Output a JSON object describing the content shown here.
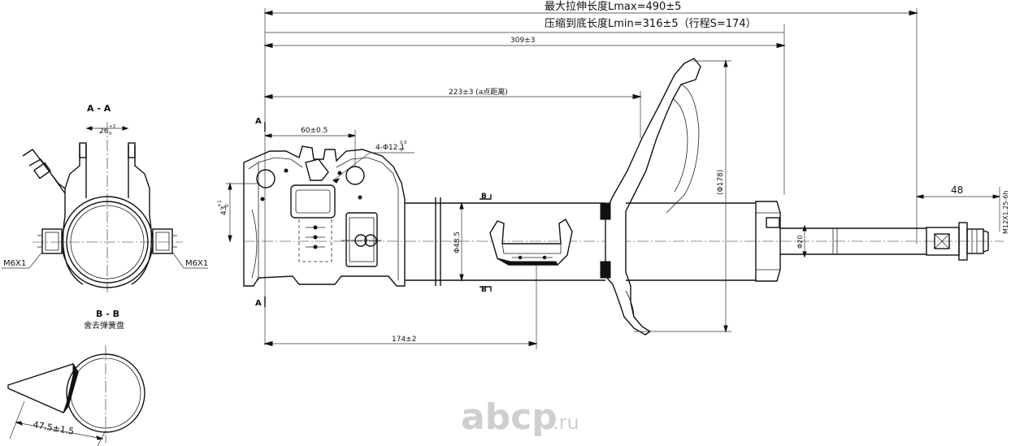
{
  "header": {
    "lmax_label": "最大拉伸长度Lmax=490±5",
    "lmin_label": "压缩到底长度Lmin=316±5（行程S=174）"
  },
  "dimensions": {
    "d309": "309±3",
    "d223": "223±3 (a点距离)",
    "d60": "60±0.5",
    "d174": "174±2",
    "d43": "43",
    "d43_tol": "+1",
    "d43_tol2": "0",
    "holes": "4-Φ12.1",
    "holes_tol": "0.5",
    "holes_tol2": "0",
    "phi48": "Φ48.5",
    "phi178": "(Φ178)",
    "phi20": "Φ20",
    "d48": "48",
    "thread": "M12X1.25-6h",
    "d26": "26",
    "d26_tol": "+3",
    "d26_tol2": "0",
    "m6_left": "M6X1",
    "m6_right": "M6X1",
    "d47": "47.5±1.5"
  },
  "sections": {
    "aa_title": "A - A",
    "bb_title": "B - B",
    "bb_subtitle": "舍去弹簧盘",
    "a_top": "A",
    "a_bottom": "A",
    "b_top": "B",
    "b_bottom": "B"
  },
  "watermark": {
    "text": "abcp",
    "suffix": ".ru",
    "color": "#c9c9c9"
  }
}
